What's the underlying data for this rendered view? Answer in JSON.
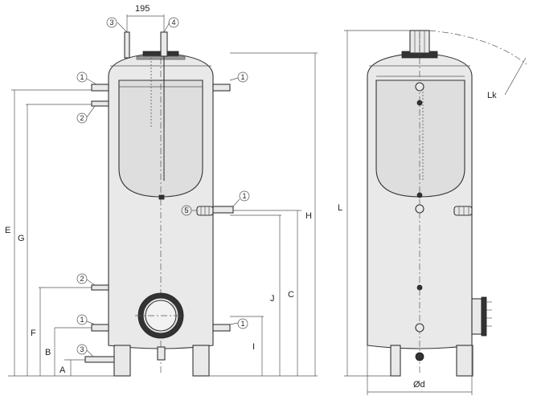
{
  "dimensions": {
    "top_spacing": "195",
    "diameter": "Ød",
    "lk": "Lk",
    "letters": {
      "A": "A",
      "B": "B",
      "F": "F",
      "G": "G",
      "E": "E",
      "I": "I",
      "J": "J",
      "C": "C",
      "H": "H",
      "L": "L"
    }
  },
  "callouts": {
    "c1": "1",
    "c2": "2",
    "c3": "3",
    "c4": "4",
    "c5": "5"
  }
}
